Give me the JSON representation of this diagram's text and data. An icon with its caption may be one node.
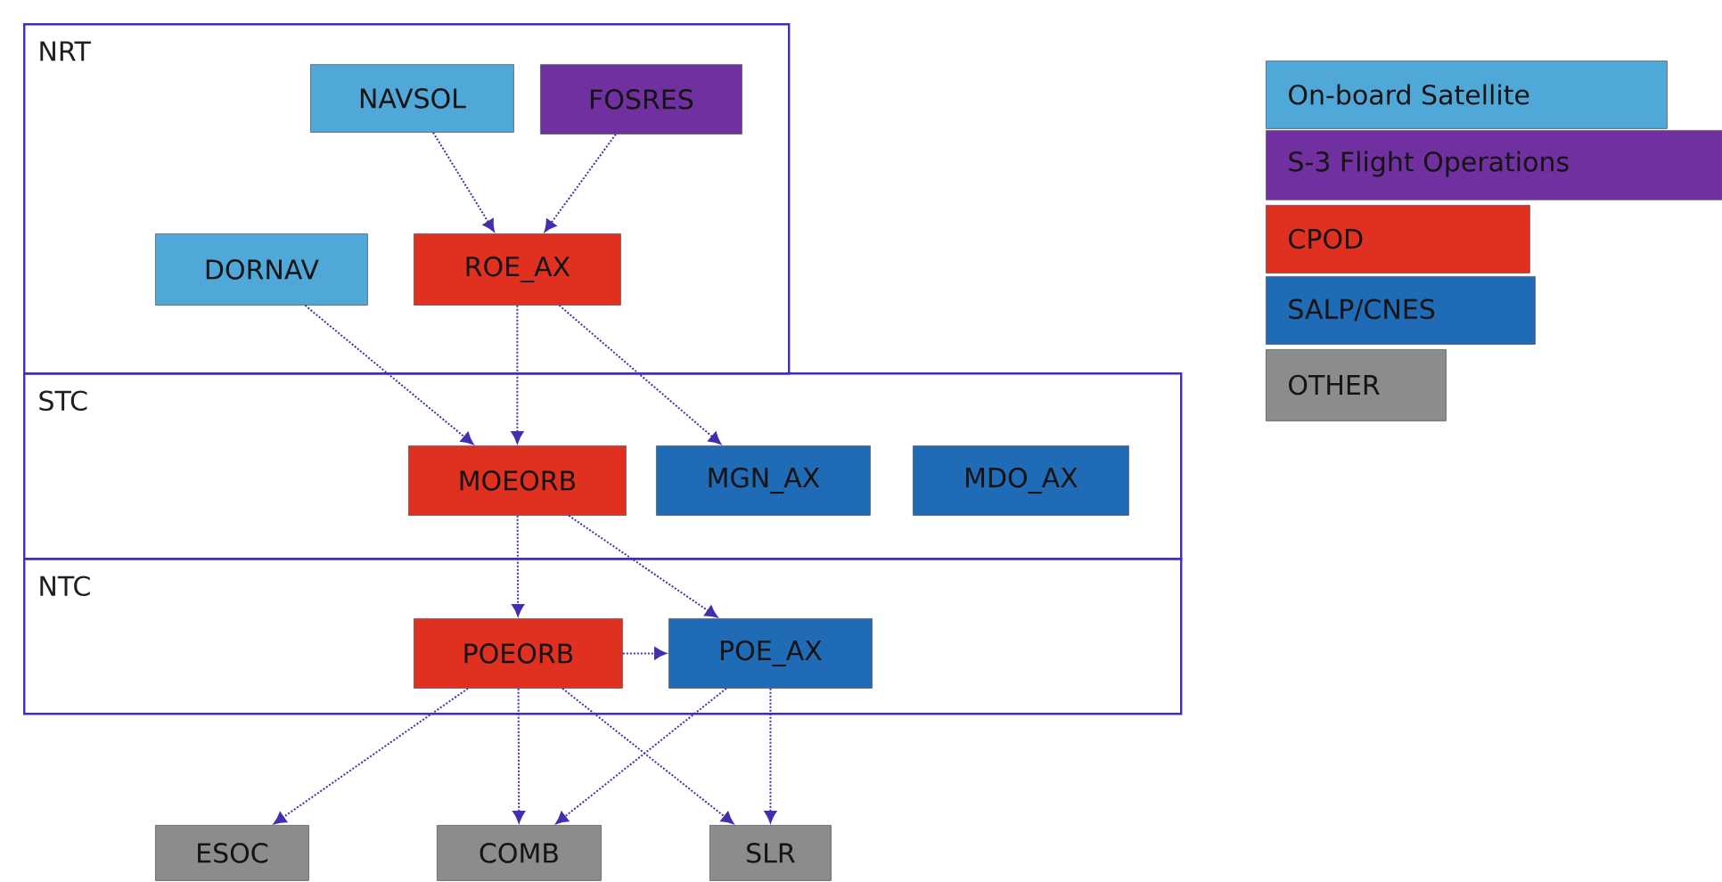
{
  "diagram": {
    "nodes": [
      {
        "text": [
          "NRT"
        ]
      },
      {
        "text": [
          "NAVSOL"
        ],
        "in": 0
      },
      {
        "text": [
          "FOSRES"
        ],
        "in": 0
      },
      {
        "text": [
          "DORNAV"
        ],
        "in": 0
      },
      {
        "text": [
          "ROE_AX"
        ],
        "in": 0
      },
      {
        "text": [
          "STC"
        ]
      },
      {
        "text": [
          "MOEORB"
        ],
        "in": 5
      },
      {
        "text": [
          "MGN_AX"
        ],
        "in": 5
      },
      {
        "text": [
          "MDO_AX"
        ],
        "in": 5
      },
      {
        "text": [
          "NTC"
        ]
      },
      {
        "text": [
          "POEORB"
        ],
        "in": 9
      },
      {
        "text": [
          "POE_AX"
        ],
        "in": 9
      },
      {
        "text": [
          "ESOC"
        ]
      },
      {
        "text": [
          "COMB"
        ]
      },
      {
        "text": [
          "SLR"
        ]
      }
    ],
    "edges": [
      {
        "from": 1,
        "to": 4,
        "arrow": "to"
      },
      {
        "from": 2,
        "to": 4,
        "arrow": "to"
      },
      {
        "from": 3,
        "to": 6,
        "arrow": "to"
      },
      {
        "from": 4,
        "to": 6,
        "arrow": "to"
      },
      {
        "from": 4,
        "to": 7,
        "arrow": "to"
      },
      {
        "from": 6,
        "to": 10,
        "arrow": "to"
      },
      {
        "from": 6,
        "to": 11,
        "arrow": "to"
      },
      {
        "from": 10,
        "to": 11,
        "arrow": "to"
      },
      {
        "from": 10,
        "to": 12,
        "arrow": "to"
      },
      {
        "from": 10,
        "to": 13,
        "arrow": "to"
      },
      {
        "from": 10,
        "to": 14,
        "arrow": "to"
      },
      {
        "from": 11,
        "to": 13,
        "arrow": "to"
      },
      {
        "from": 11,
        "to": 14,
        "arrow": "to"
      }
    ],
    "legend": [
      {
        "text": "On-board Satellite",
        "color": "#4fa8d8"
      },
      {
        "text": "S-3 Flight Operations",
        "color": "#7030a0"
      },
      {
        "text": "CPOD",
        "color": "#e03020"
      },
      {
        "text": "SALP/CNES",
        "color": "#1f6bb5"
      },
      {
        "text": "OTHER",
        "color": "#8c8c8c"
      }
    ]
  }
}
